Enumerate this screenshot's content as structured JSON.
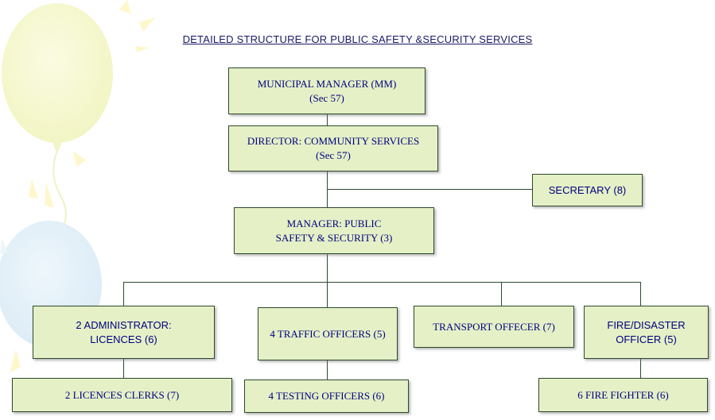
{
  "title": "DETAILED STRUCTURE FOR PUBLIC SAFETY &SECURITY SERVICES",
  "nodes": {
    "municipal_manager": {
      "line1": "MUNICIPAL MANAGER (MM)",
      "line2": "(Sec 57)"
    },
    "director": {
      "line1": "DIRECTOR: COMMUNITY SERVICES",
      "line2": "(Sec 57)"
    },
    "secretary": {
      "line1": "SECRETARY (8)"
    },
    "manager": {
      "line1": "MANAGER: PUBLIC",
      "line2": "SAFETY & SECURITY (3)"
    },
    "administrator": {
      "line1": "2 ADMINISTRATOR:",
      "line2": "LICENCES (6)"
    },
    "traffic_officers": {
      "line1": "4 TRAFFIC OFFICERS (5)"
    },
    "transport_officer": {
      "line1": "TRANSPORT OFFECER (7)"
    },
    "fire_officer": {
      "line1": "FIRE/DISASTER",
      "line2": "OFFICER (5)"
    },
    "licences_clerks": {
      "line1": "2 LICENCES CLERKS (7)"
    },
    "testing_officers": {
      "line1": "4 TESTING OFFICERS (6)"
    },
    "fire_fighter": {
      "line1": "6 FIRE FIGHTER (6)"
    }
  },
  "colors": {
    "box_fill": "#e5f0c6",
    "box_border": "#2e4a2e",
    "text": "#000080",
    "title_text": "#1a1a66"
  }
}
